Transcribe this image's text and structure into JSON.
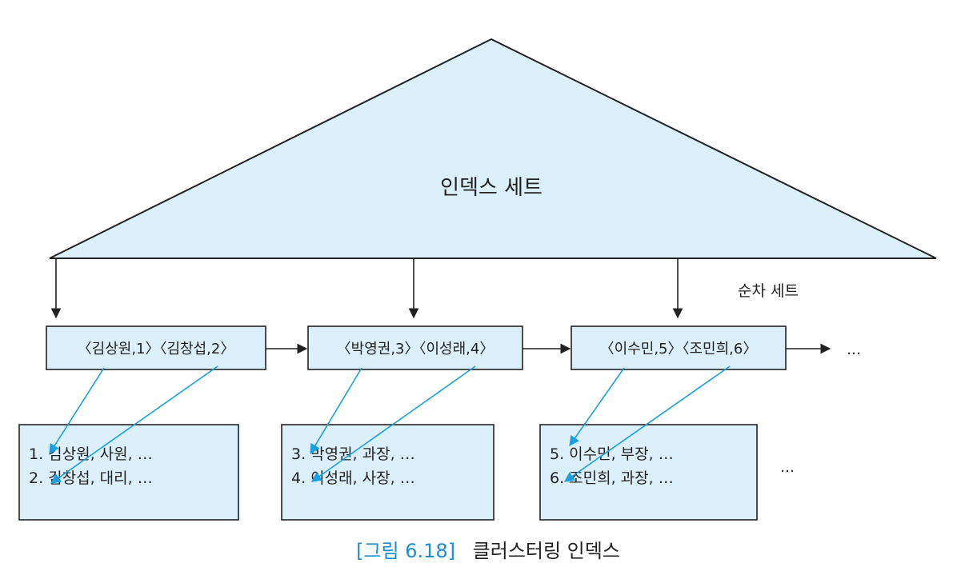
{
  "index_set": {
    "label": "인덱스 세트"
  },
  "sequence_set": {
    "label": "순차 세트",
    "nodes": [
      {
        "text": "〈김상원,1〉〈김창섭,2〉"
      },
      {
        "text": "〈박영권,3〉〈이성래,4〉"
      },
      {
        "text": "〈이수민,5〉〈조민희,6〉"
      }
    ],
    "ellipsis": "…"
  },
  "data_blocks": [
    {
      "lines": [
        "1. 김상원, 사원, …",
        "2. 김창섭, 대리, …"
      ]
    },
    {
      "lines": [
        "3. 박영권, 과장, …",
        "4. 이성래, 사장, …"
      ]
    },
    {
      "lines": [
        "5. 이수민, 부장, …",
        "6. 조민희, 과장, …"
      ]
    }
  ],
  "data_ellipsis": "…",
  "caption": {
    "number": "[그림 6.18]",
    "title": "클러스터링 인덱스"
  },
  "colors": {
    "fill": "#dcf0fb",
    "stroke": "#222222",
    "pointer": "#1aa0e0",
    "caption_accent": "#1a8fd0"
  }
}
